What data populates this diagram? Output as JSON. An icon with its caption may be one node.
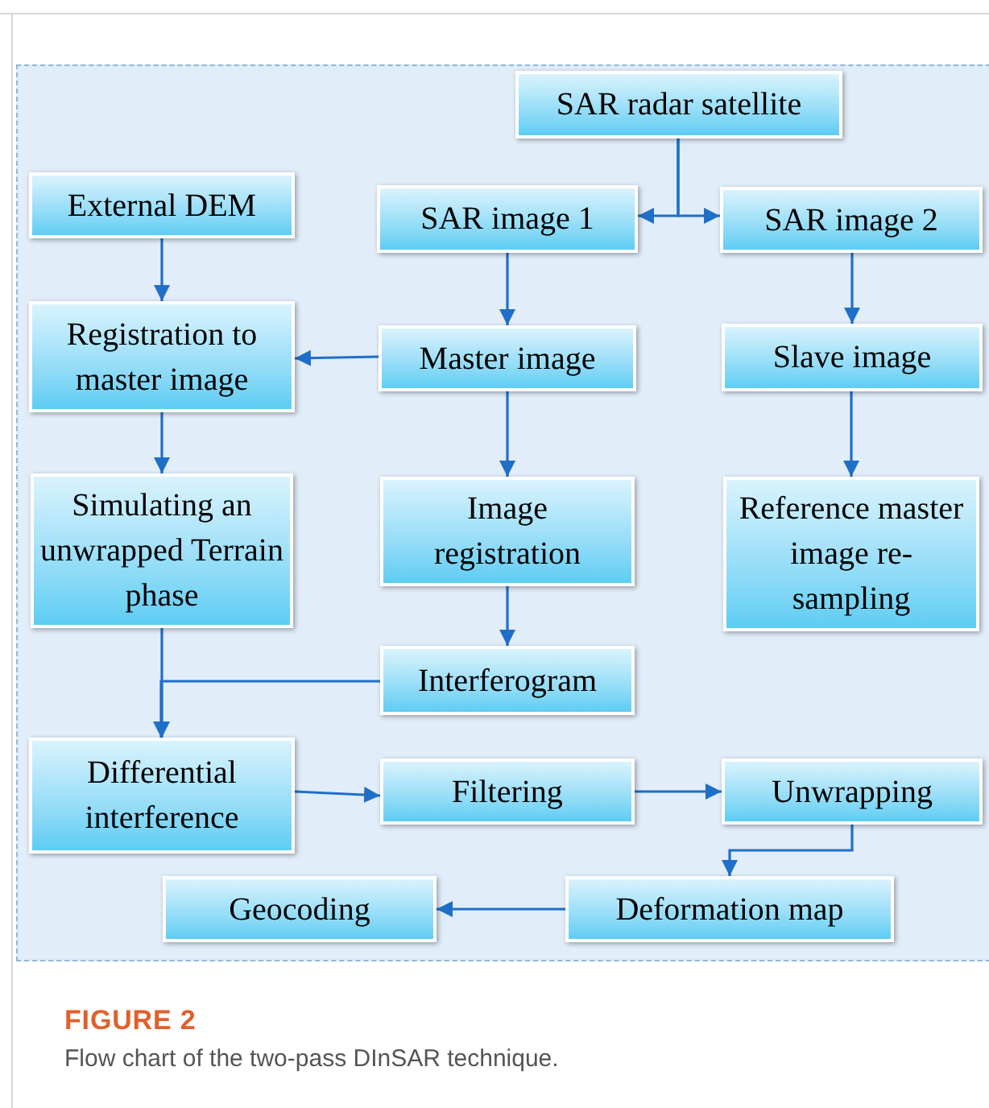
{
  "diagram": {
    "caption": "Flow chart of the two-pass DInSAR technique.",
    "nodes": [
      {
        "text": [
          "SAR radar satellite"
        ]
      },
      {
        "text": [
          "External DEM"
        ]
      },
      {
        "text": [
          "SAR image 1"
        ]
      },
      {
        "text": [
          "SAR image 2"
        ]
      },
      {
        "text": [
          "Registration to master image"
        ]
      },
      {
        "text": [
          "Master image"
        ]
      },
      {
        "text": [
          "Slave image"
        ]
      },
      {
        "text": [
          "Simulating an unwrapped Terrain phase"
        ]
      },
      {
        "text": [
          "Image registration"
        ]
      },
      {
        "text": [
          "Reference master image re-sampling"
        ]
      },
      {
        "text": [
          "Interferogram"
        ]
      },
      {
        "text": [
          "Differential interference"
        ]
      },
      {
        "text": [
          "Filtering"
        ]
      },
      {
        "text": [
          "Unwrapping"
        ]
      },
      {
        "text": [
          "Geocoding"
        ]
      },
      {
        "text": [
          "Deformation map"
        ]
      }
    ],
    "edges": [
      {
        "from": 0,
        "to": 2,
        "arrow": "to"
      },
      {
        "from": 0,
        "to": 3,
        "arrow": "to"
      },
      {
        "from": 1,
        "to": 4,
        "arrow": "to"
      },
      {
        "from": 2,
        "to": 5,
        "arrow": "to"
      },
      {
        "from": 3,
        "to": 6,
        "arrow": "to"
      },
      {
        "from": 5,
        "to": 4,
        "arrow": "to"
      },
      {
        "from": 4,
        "to": 7,
        "arrow": "to"
      },
      {
        "from": 5,
        "to": 8,
        "arrow": "to"
      },
      {
        "from": 6,
        "to": 9,
        "arrow": "to"
      },
      {
        "from": 7,
        "to": 11,
        "arrow": "to"
      },
      {
        "from": 8,
        "to": 10,
        "arrow": "to"
      },
      {
        "from": 10,
        "to": 11,
        "arrow": "to"
      },
      {
        "from": 11,
        "to": 12,
        "arrow": "to"
      },
      {
        "from": 12,
        "to": 13,
        "arrow": "to"
      },
      {
        "from": 13,
        "to": 15,
        "arrow": "to"
      },
      {
        "from": 15,
        "to": 14,
        "arrow": "to"
      }
    ],
    "labels": [
      "FIGURE 2"
    ]
  }
}
